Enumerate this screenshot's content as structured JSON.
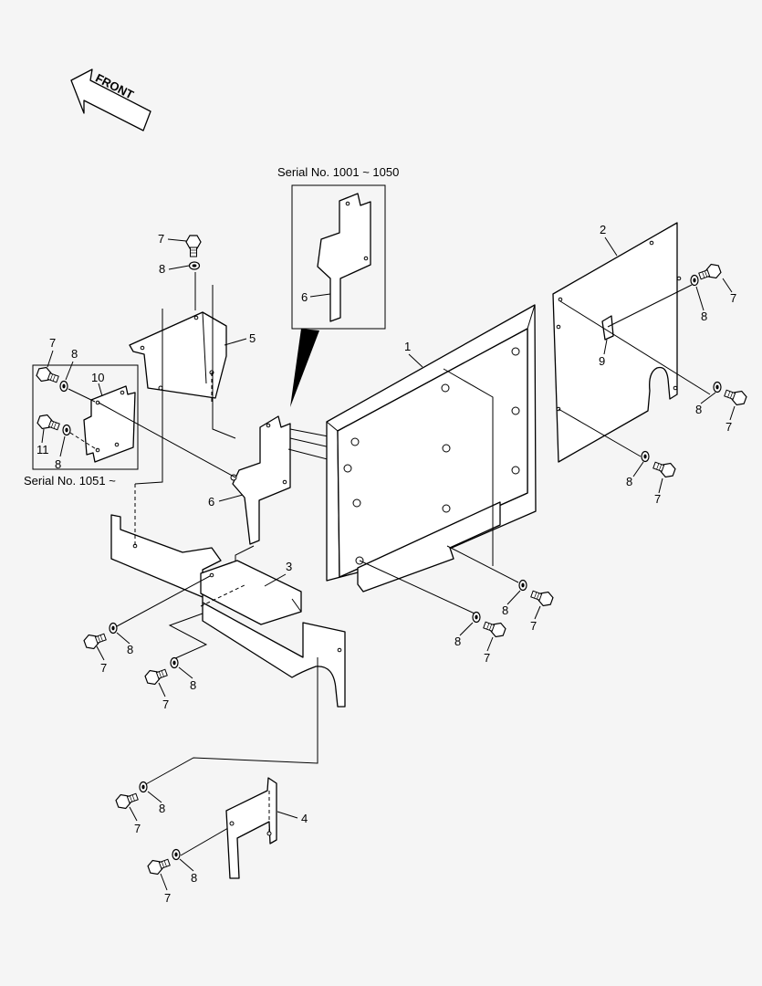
{
  "diagram": {
    "front_arrow_label": "FRONT",
    "serial_top": "Serial No. 1001 ~ 1050",
    "serial_left": "Serial No. 1051 ~",
    "callouts": {
      "c1": "1",
      "c2": "2",
      "c3": "3",
      "c4": "4",
      "c5": "5",
      "c6a": "6",
      "c6b": "6",
      "c7": "7",
      "c8": "8",
      "c9": "9",
      "c10": "10",
      "c11": "11"
    }
  }
}
